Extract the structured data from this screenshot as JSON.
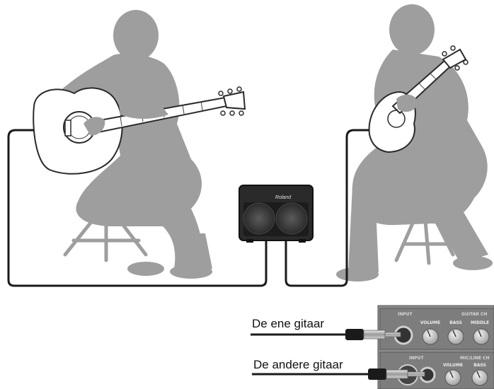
{
  "labels": {
    "guitar_one": "De ene gitaar",
    "guitar_two": "De andere gitaar"
  },
  "amp": {
    "brand": "Roland"
  },
  "panel": {
    "channel1": {
      "section": "INPUT",
      "title": "GUITAR CH",
      "knobs": [
        "VOLUME",
        "BASS",
        "MIDDLE"
      ]
    },
    "channel2": {
      "section": "INPUT",
      "title": "MIC/LINE CH",
      "knobs": [
        "VOLUME",
        "BASS"
      ]
    }
  },
  "colors": {
    "silhouette": "#9e9e9e",
    "cable": "#1a1a1a",
    "panel": "#8c8c8c",
    "amp": "#2a2a2a"
  }
}
